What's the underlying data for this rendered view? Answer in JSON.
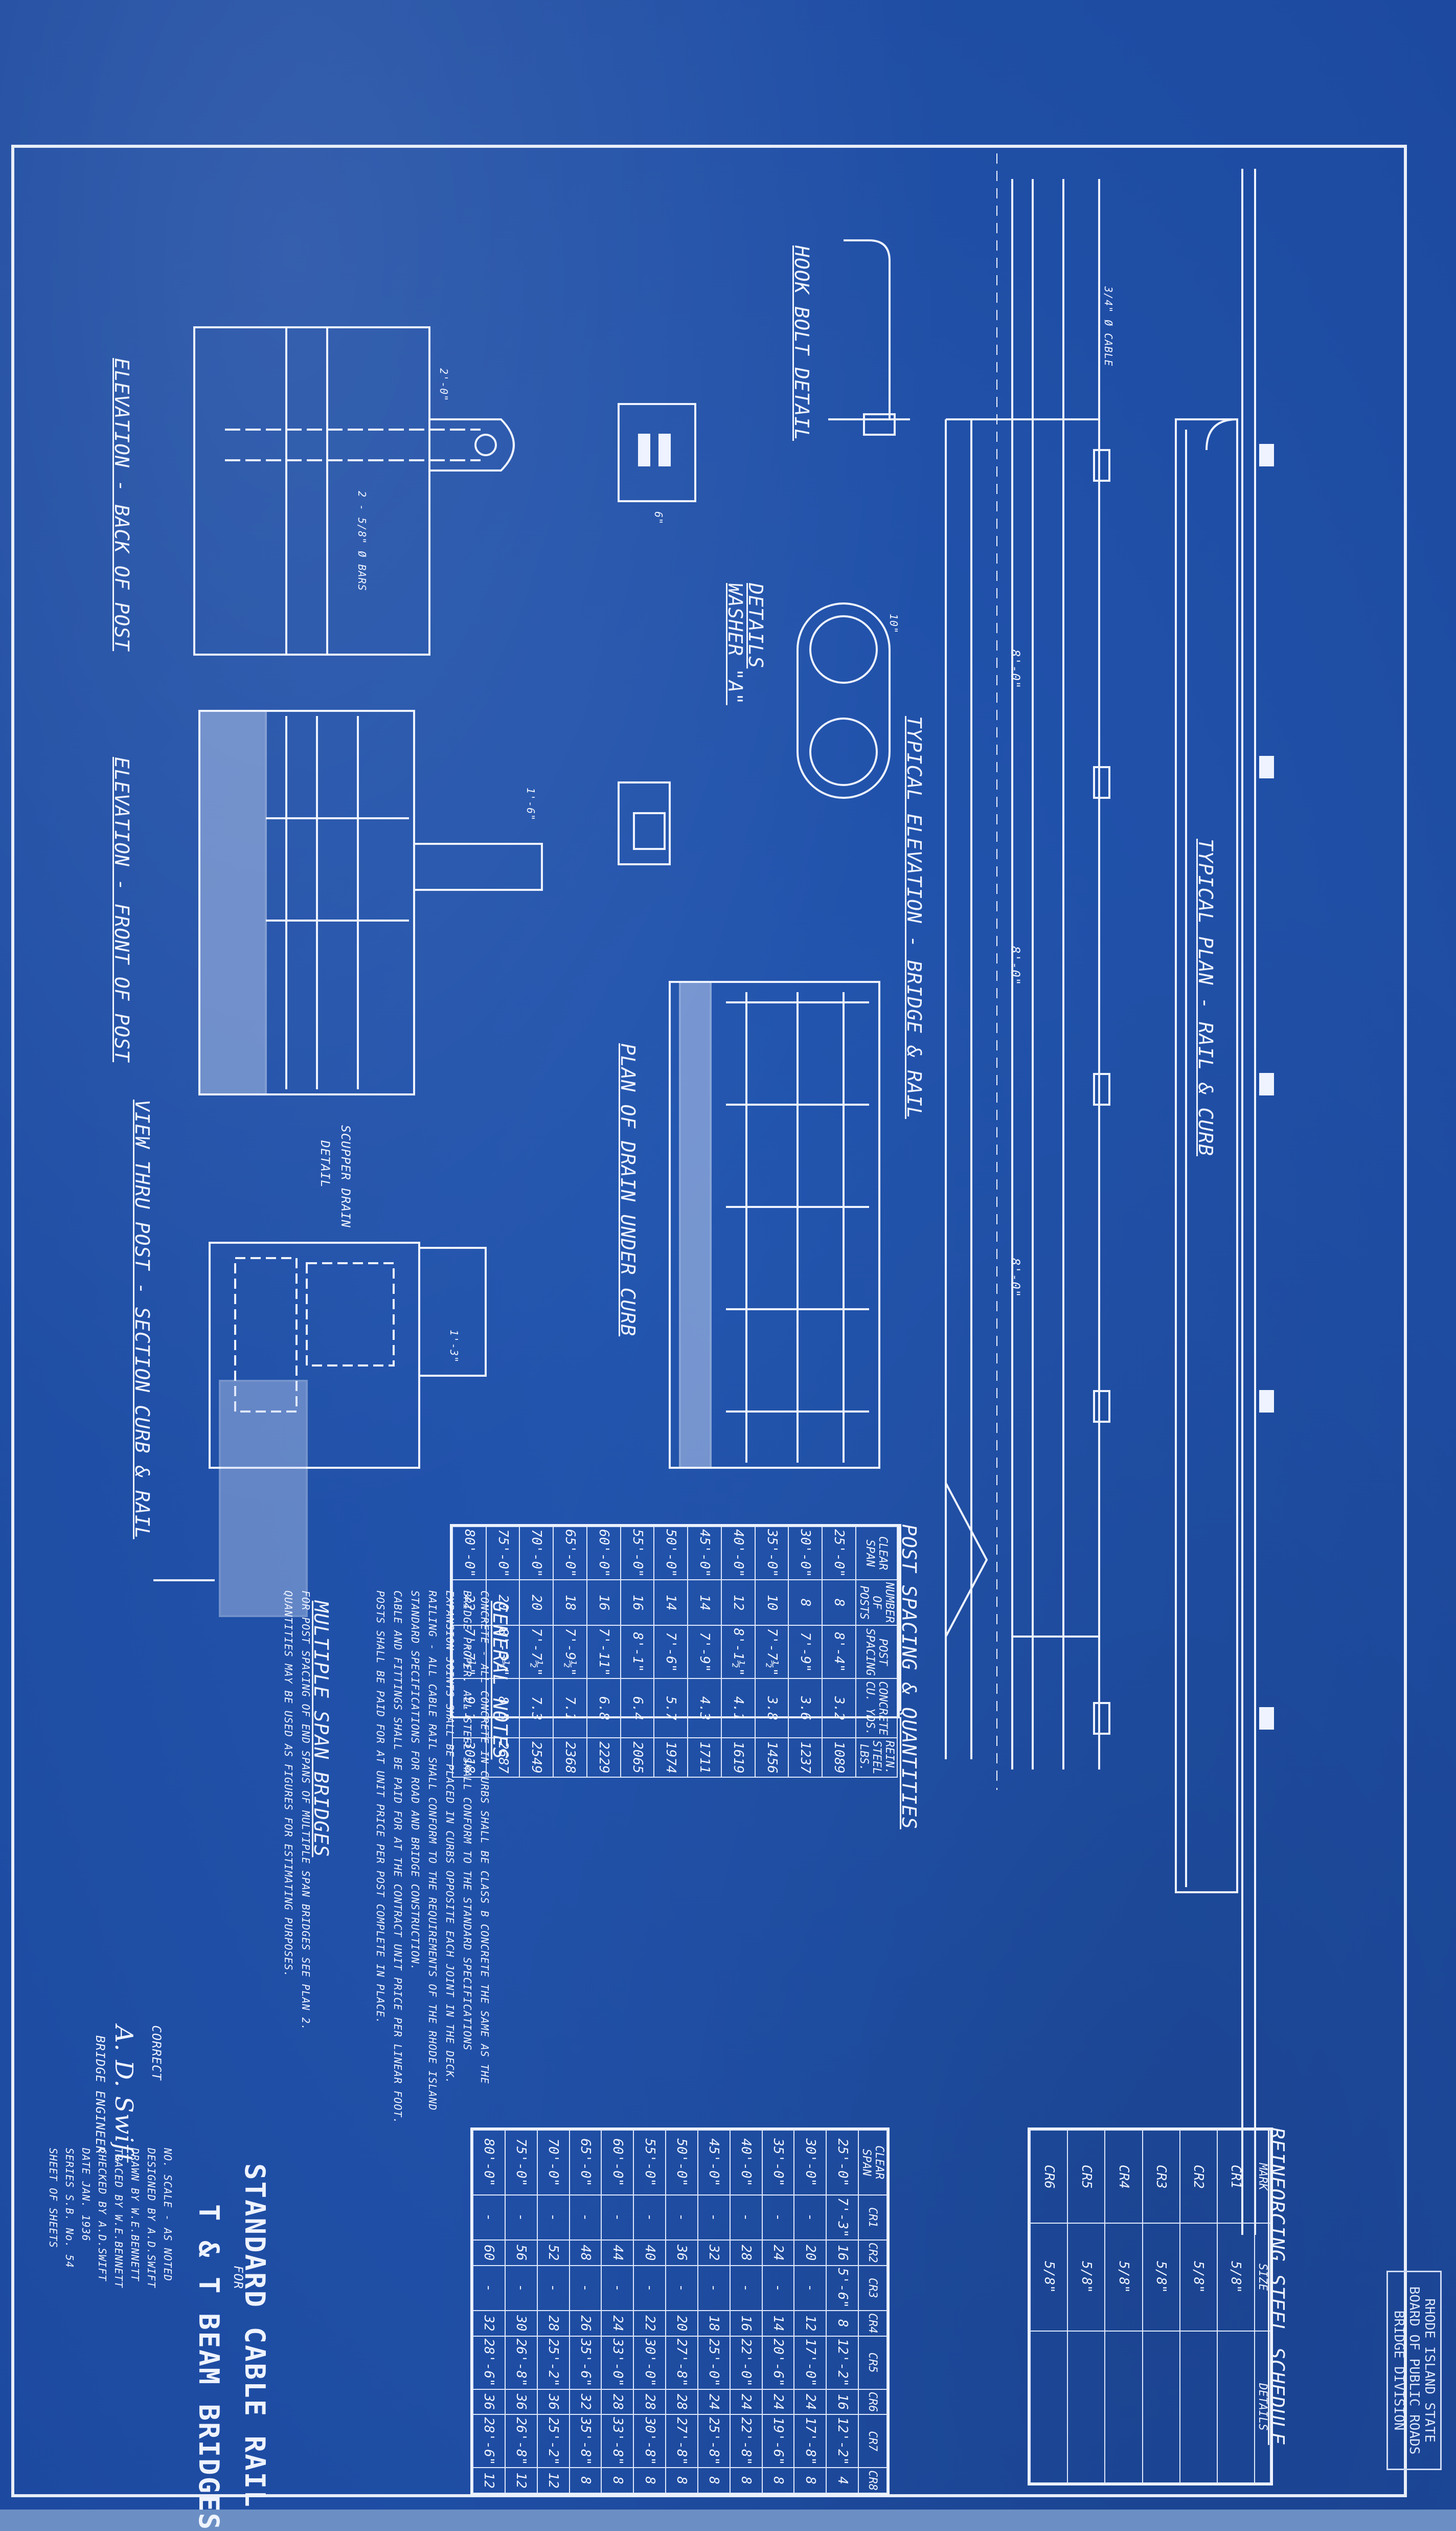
{
  "stamp": {
    "line1": "RHODE ISLAND STATE BOARD OF PUBLIC ROADS",
    "line2": "BRIDGE DIVISION"
  },
  "titles": {
    "main": "STANDARD CABLE RAIL",
    "for": "FOR",
    "sub": "T & T BEAM BRIDGES"
  },
  "views": {
    "elevation_back": "ELEVATION - BACK OF POST",
    "elevation_front": "ELEVATION - FRONT OF POST",
    "section": "VIEW THRU POST - SECTION CURB & RAIL",
    "scupper": "SCUPPER DRAIN",
    "scupper_detail": "DETAIL",
    "hook_bolt": "HOOK BOLT DETAIL",
    "washer_details": "DETAILS",
    "washer": "WASHER \"A\"",
    "plan_drain": "PLAN OF DRAIN UNDER CURB",
    "typical_elevation": "TYPICAL ELEVATION - BRIDGE & RAIL",
    "typical_plan": "TYPICAL PLAN - RAIL & CURB"
  },
  "post_table": {
    "title": "POST SPACING & QUANTITIES",
    "headers": [
      "CLEAR SPAN",
      "NUMBER OF POSTS",
      "POST SPACING",
      "CONCRETE CU. YDS.",
      "REIN. STEEL LBS."
    ],
    "rows": [
      [
        "25'-0\"",
        "8",
        "8'-4\"",
        "3.2",
        "1089"
      ],
      [
        "30'-0\"",
        "8",
        "7'-9\"",
        "3.6",
        "1237"
      ],
      [
        "35'-0\"",
        "10",
        "7'-7½\"",
        "3.8",
        "1456"
      ],
      [
        "40'-0\"",
        "12",
        "8'-1½\"",
        "4.1",
        "1619"
      ],
      [
        "45'-0\"",
        "14",
        "7'-9\"",
        "4.3",
        "1711"
      ],
      [
        "50'-0\"",
        "14",
        "7'-6\"",
        "5.7",
        "1974"
      ],
      [
        "55'-0\"",
        "16",
        "8'-1\"",
        "6.4",
        "2065"
      ],
      [
        "60'-0\"",
        "16",
        "7'-11\"",
        "6.8",
        "2229"
      ],
      [
        "65'-0\"",
        "18",
        "7'-9½\"",
        "7.1",
        "2368"
      ],
      [
        "70'-0\"",
        "20",
        "7'-7½\"",
        "7.3",
        "2549"
      ],
      [
        "75'-0\"",
        "20",
        "8'-3½\"",
        "8.5",
        "2687"
      ],
      [
        "80'-0\"",
        "22",
        "7'-7½\"",
        "9.1",
        "3018"
      ]
    ]
  },
  "notes": {
    "heading": "GENERAL NOTES",
    "lines": [
      "CONCRETE - ALL CONCRETE IN CURBS SHALL BE CLASS B CONCRETE THE SAME AS THE",
      "BRIDGE PROPER. ALL STEEL SHALL CONFORM TO THE STANDARD SPECIFICATIONS",
      "EXPANSION JOINTS SHALL BE PLACED IN CURBS OPPOSITE EACH JOINT IN THE DECK.",
      "RAILING - ALL CABLE RAIL SHALL CONFORM TO THE REQUIREMENTS OF THE RHODE ISLAND",
      "STANDARD SPECIFICATIONS FOR ROAD AND BRIDGE CONSTRUCTION.",
      "CABLE AND FITTINGS SHALL BE PAID FOR AT THE CONTRACT UNIT PRICE PER LINEAR FOOT.",
      "POSTS SHALL BE PAID FOR AT UNIT PRICE PER POST COMPLETE IN PLACE."
    ],
    "multiple_heading": "MULTIPLE SPAN BRIDGES",
    "multiple_lines": [
      "FOR POST SPACING OF END SPANS OF MULTIPLE SPAN BRIDGES SEE PLAN 2.",
      "QUANTITIES MAY BE USED AS FIGURES FOR ESTIMATING PURPOSES."
    ]
  },
  "signature": {
    "label": "CORRECT",
    "name": "A. D. Swift",
    "title": "BRIDGE ENGINEER"
  },
  "title_block": {
    "lines": [
      "NO. SCALE - AS NOTED",
      "DESIGNED BY  A.D.SWIFT",
      "DRAWN BY  W.E.BENNETT",
      "TRACED BY  W.E.BENNETT",
      "CHECKED BY  A.D.SWIFT",
      "DATE  JAN. 1936",
      "SERIES S.B. No. 54",
      "SHEET OF SHEETS"
    ]
  },
  "reinforcing_table": {
    "title": "REINFORCING STEEL SCHEDULE",
    "headers": [
      "MARK",
      "SIZE",
      "DETAILS"
    ],
    "marks": [
      [
        "CR1",
        "5/8\""
      ],
      [
        "CR2",
        "5/8\""
      ],
      [
        "CR3",
        "5/8\""
      ],
      [
        "CR4",
        "5/8\""
      ],
      [
        "CR5",
        "5/8\""
      ],
      [
        "CR6",
        "5/8\""
      ]
    ]
  },
  "bar_table": {
    "headers": [
      "CLEAR SPAN",
      "CR1",
      "CR2",
      "CR3",
      "CR4",
      "CR5",
      "CR6",
      "CR7",
      "CR8"
    ],
    "rows": [
      [
        "25'-0\"",
        "7'-3\"",
        "16",
        "5'-6\"",
        "8",
        "12'-2\"",
        "16",
        "12'-2\"",
        "4"
      ],
      [
        "30'-0\"",
        "-",
        "20",
        "-",
        "12",
        "17'-0\"",
        "24",
        "17'-8\"",
        "8"
      ],
      [
        "35'-0\"",
        "-",
        "24",
        "-",
        "14",
        "20'-6\"",
        "24",
        "19'-6\"",
        "8"
      ],
      [
        "40'-0\"",
        "-",
        "28",
        "-",
        "16",
        "22'-0\"",
        "24",
        "22'-8\"",
        "8"
      ],
      [
        "45'-0\"",
        "-",
        "32",
        "-",
        "18",
        "25'-0\"",
        "24",
        "25'-8\"",
        "8"
      ],
      [
        "50'-0\"",
        "-",
        "36",
        "-",
        "20",
        "27'-8\"",
        "28",
        "27'-8\"",
        "8"
      ],
      [
        "55'-0\"",
        "-",
        "40",
        "-",
        "22",
        "30'-0\"",
        "28",
        "30'-8\"",
        "8"
      ],
      [
        "60'-0\"",
        "-",
        "44",
        "-",
        "24",
        "33'-0\"",
        "28",
        "33'-8\"",
        "8"
      ],
      [
        "65'-0\"",
        "-",
        "48",
        "-",
        "26",
        "35'-6\"",
        "32",
        "35'-8\"",
        "8"
      ],
      [
        "70'-0\"",
        "-",
        "52",
        "-",
        "28",
        "25'-2\"",
        "36",
        "25'-2\"",
        "12"
      ],
      [
        "75'-0\"",
        "-",
        "56",
        "-",
        "30",
        "26'-8\"",
        "36",
        "26'-8\"",
        "12"
      ],
      [
        "80'-0\"",
        "-",
        "60",
        "-",
        "32",
        "28'-6\"",
        "36",
        "28'-6\"",
        "12"
      ]
    ]
  },
  "dims": {
    "d1": "8'-0\"",
    "d2": "8'-0\"",
    "d3": "8'-0\"",
    "d4": "2'-0\"",
    "d5": "1'-6\"",
    "d6": "6\"",
    "d7": "10\"",
    "d8": "1'-3\"",
    "d9": "3/4\" Ø CABLE",
    "d10": "2 - 5/8\" Ø BARS"
  },
  "colors": {
    "paper": "#1f4fa6",
    "ink": "#eef3ff"
  }
}
